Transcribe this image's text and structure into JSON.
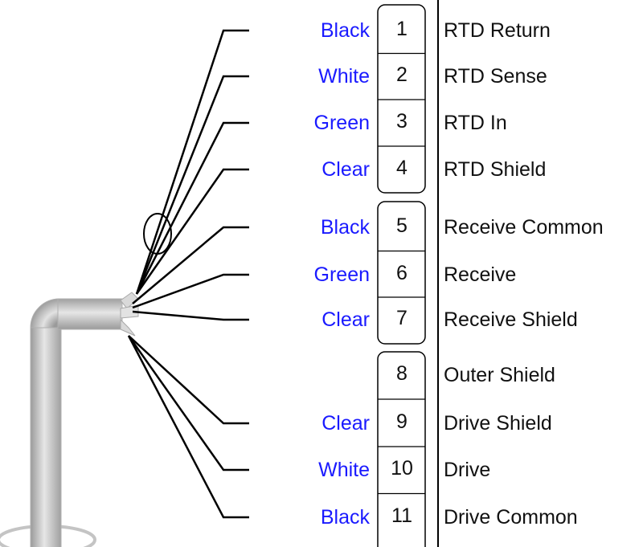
{
  "colors": {
    "wire_label": "#1a1aff",
    "signal_label": "#111111",
    "wire": "#000000",
    "cable": "#c8c8c8"
  },
  "terminals": [
    {
      "number": "1",
      "wire_color": "Black",
      "signal": "RTD Return",
      "block": 1
    },
    {
      "number": "2",
      "wire_color": "White",
      "signal": "RTD Sense",
      "block": 1
    },
    {
      "number": "3",
      "wire_color": "Green",
      "signal": "RTD In",
      "block": 1
    },
    {
      "number": "4",
      "wire_color": "Clear",
      "signal": "RTD Shield",
      "block": 1
    },
    {
      "number": "5",
      "wire_color": "Black",
      "signal": "Receive Common",
      "block": 2
    },
    {
      "number": "6",
      "wire_color": "Green",
      "signal": "Receive",
      "block": 2
    },
    {
      "number": "7",
      "wire_color": "Clear",
      "signal": "Receive Shield",
      "block": 2
    },
    {
      "number": "8",
      "wire_color": "",
      "signal": "Outer Shield",
      "block": 3
    },
    {
      "number": "9",
      "wire_color": "Clear",
      "signal": "Drive Shield",
      "block": 3
    },
    {
      "number": "10",
      "wire_color": "White",
      "signal": "Drive",
      "block": 3
    },
    {
      "number": "11",
      "wire_color": "Black",
      "signal": "Drive Common",
      "block": 3
    }
  ]
}
